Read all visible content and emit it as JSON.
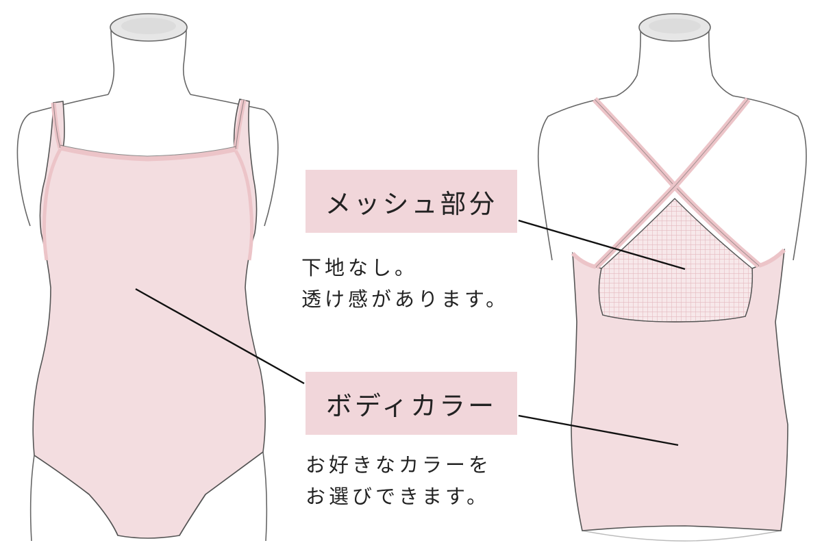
{
  "labels": {
    "mesh": {
      "title": "メッシュ部分",
      "lines": [
        "下地なし。",
        "透け感があります。"
      ]
    },
    "body": {
      "title": "ボディカラー",
      "lines": [
        "お好きなカラーを",
        "お選びできます。"
      ]
    }
  },
  "colors": {
    "garment_fill": "#f3dde0",
    "garment_trim": "#ecc4c8",
    "outline": "#555555",
    "label_bg": "#f1d6da",
    "mesh_grid": "#e4b9bf",
    "text": "#222222"
  }
}
